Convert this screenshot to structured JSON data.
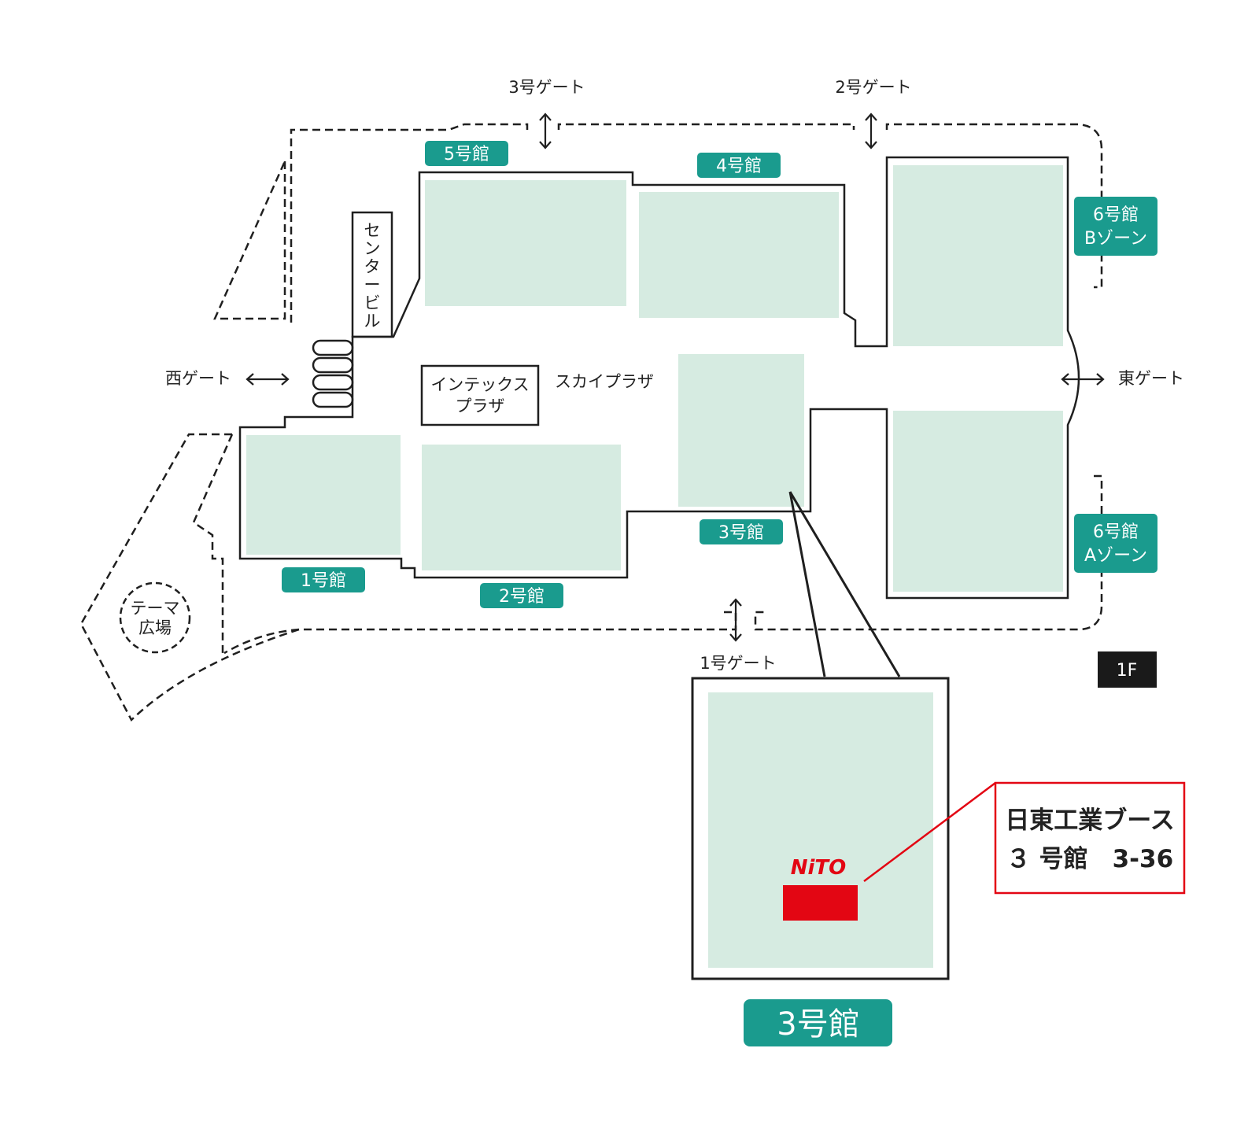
{
  "colors": {
    "hall_fill": "#d6ebe1",
    "hall_label_bg": "#1a9b8e",
    "outline": "#1f1f1f",
    "booth_red": "#e30613",
    "floor_badge_bg": "#1a1a1a"
  },
  "halls": {
    "hall1": "1号館",
    "hall2": "2号館",
    "hall3": "3号館",
    "hall4": "4号館",
    "hall5": "5号館",
    "hall6b_line1": "6号館",
    "hall6b_line2": "Bゾーン",
    "hall6a_line1": "6号館",
    "hall6a_line2": "Aゾーン"
  },
  "gates": {
    "gate1": "1号ゲート",
    "gate2": "2号ゲート",
    "gate3": "3号ゲート",
    "west": "西ゲート",
    "east": "東ゲート"
  },
  "places": {
    "center_building": [
      "セ",
      "ン",
      "タ",
      "ー",
      "ビ",
      "ル"
    ],
    "intex_plaza_line1": "インテックス",
    "intex_plaza_line2": "プラザ",
    "sky_plaza": "スカイプラザ",
    "theme_plaza_line1": "テーマ",
    "theme_plaza_line2": "広場"
  },
  "floor": "1F",
  "detail": {
    "hall_label": "3号館",
    "logo_text": "NiTO",
    "booth_title": "日東工業ブース",
    "booth_location": "３ 号館　3-36"
  }
}
